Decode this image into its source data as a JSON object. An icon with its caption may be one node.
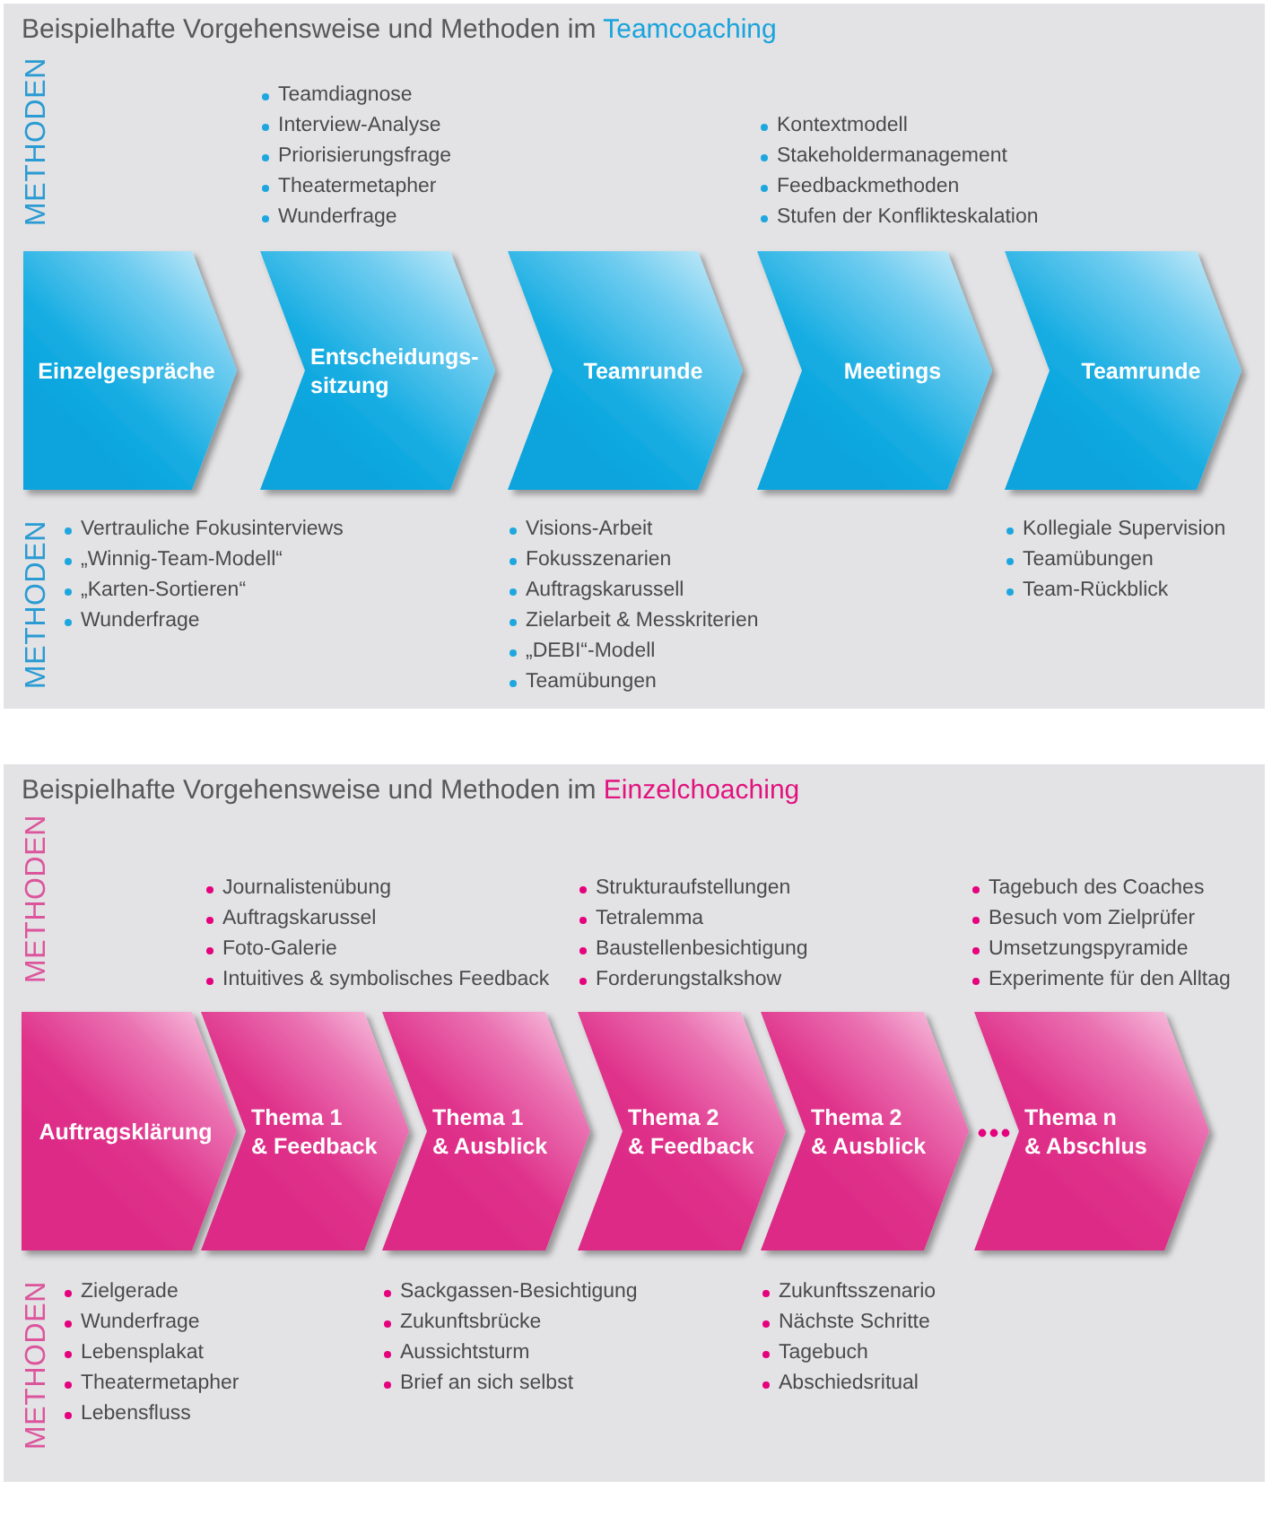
{
  "diagram": {
    "nodes": [
      {
        "text": [
          "Beispielhafte Vorgehensweise und Methoden im",
          "Teamcoaching"
        ]
      },
      {
        "text": [
          "Einzelgespräche"
        ],
        "in": 0,
        "beside": [
          "Vertrauliche Fokusinterviews",
          "„Winnig-Team-Modell“",
          "„Karten-Sortieren“",
          "Wunderfrage"
        ]
      },
      {
        "text": [
          "Entscheidungs- sitzung"
        ],
        "in": 0,
        "beside": [
          "Teamdiagnose",
          "Interview-Analyse",
          "Priorisierungsfrage",
          "Theatermetapher",
          "Wunderfrage"
        ]
      },
      {
        "text": [
          "Teamrunde"
        ],
        "in": 0,
        "beside": [
          "Visions-Arbeit",
          "Fokusszenarien",
          "Auftragskarussell",
          "Zielarbeit & Messkriterien",
          "„DEBI“-Modell",
          "Teamübungen"
        ]
      },
      {
        "text": [
          "Meetings"
        ],
        "in": 0,
        "beside": [
          "Kontextmodell",
          "Stakeholdermanagement",
          "Feedbackmethoden",
          "Stufen der Konflikteskalation"
        ]
      },
      {
        "text": [
          "Teamrunde"
        ],
        "in": 0,
        "beside": [
          "Kollegiale Supervision",
          "Teamübungen",
          "Team-Rückblick"
        ]
      },
      {
        "text": [
          "Beispielhafte Vorgehensweise und Methoden im",
          "Einzelchoaching"
        ]
      },
      {
        "text": [
          "Auftragsklärung"
        ],
        "in": 6,
        "beside": [
          "Zielgerade",
          "Wunderfrage",
          "Lebensplakat",
          "Theatermetapher",
          "Lebensfluss"
        ]
      },
      {
        "text": [
          "Thema 1 & Feedback"
        ],
        "in": 6,
        "beside": [
          "Journalistenübung",
          "Auftragskarussel",
          "Foto-Galerie",
          "Intuitives & symbolisches Feedback"
        ]
      },
      {
        "text": [
          "Thema 1 & Ausblick"
        ],
        "in": 6,
        "beside": [
          "Sackgassen-Besichtigung",
          "Zukunftsbrücke",
          "Aussichtsturm",
          "Brief an sich selbst"
        ]
      },
      {
        "text": [
          "Thema 2 & Feedback"
        ],
        "in": 6,
        "beside": [
          "Strukturaufstellungen",
          "Tetralemma",
          "Baustellenbesichtigung",
          "Forderungstalkshow"
        ]
      },
      {
        "text": [
          "Thema 2 & Ausblick"
        ],
        "in": 6,
        "beside": [
          "Zukunftsszenario",
          "Nächste Schritte",
          "Tagebuch",
          "Abschiedsritual"
        ]
      },
      {
        "text": [
          "Thema n & Abschlus"
        ],
        "in": 6,
        "beside": [
          "Tagebuch des Coaches",
          "Besuch vom Zielprüfer",
          "Umsetzungspyramide",
          "Experimente für den Alltag"
        ]
      }
    ],
    "labels": [
      "METHODEN",
      "METHODEN",
      "METHODEN",
      "METHODEN"
    ]
  }
}
